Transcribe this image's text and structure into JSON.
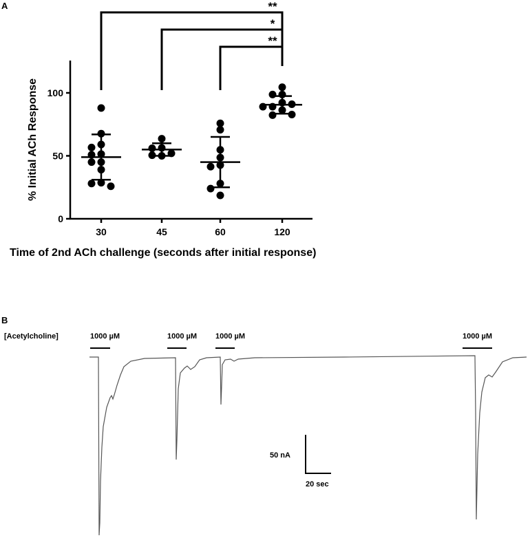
{
  "chart_data": [
    {
      "type": "scatter",
      "panel_label": "A",
      "title": "",
      "xlabel": "Time of 2nd ACh challenge (seconds after initial response)",
      "ylabel": "% Initial ACh Response",
      "ylim": [
        0,
        125
      ],
      "yticks": [
        0,
        50,
        100
      ],
      "categories": [
        "30",
        "45",
        "60",
        "120"
      ],
      "series": [
        {
          "name": "30",
          "values": [
            88,
            67.6,
            59,
            56.6,
            51.4,
            50.8,
            45,
            45,
            39,
            28.6,
            28,
            25.8
          ],
          "mean": 49,
          "sd_upper": 67,
          "sd_lower": 31
        },
        {
          "name": "45",
          "values": [
            63.6,
            56.3,
            56,
            52,
            50,
            50.5
          ],
          "mean": 55,
          "sd_upper": 60,
          "sd_lower": 50
        },
        {
          "name": "60",
          "values": [
            75.8,
            70.7,
            54.8,
            48.6,
            42.6,
            41.4,
            28,
            24,
            18.6
          ],
          "mean": 45,
          "sd_upper": 65,
          "sd_lower": 25
        },
        {
          "name": "120",
          "values": [
            104.5,
            98.7,
            98.7,
            92.2,
            89,
            91,
            89,
            86.3,
            82.3,
            82.8
          ],
          "mean": 90.6,
          "sd_upper": 97.5,
          "sd_lower": 83.5
        }
      ],
      "significance": [
        {
          "from": "30",
          "to": "120",
          "label": "**"
        },
        {
          "from": "45",
          "to": "120",
          "label": "*"
        },
        {
          "from": "60",
          "to": "120",
          "label": "**"
        }
      ],
      "grid": false
    },
    {
      "type": "line",
      "panel_label": "B",
      "condition_label": "[Acetylcholine]",
      "applications": [
        "1000 µM",
        "1000 µM",
        "1000 µM",
        "1000 µM"
      ],
      "scale_bar": {
        "current": "50 nA",
        "time": "20 sec"
      }
    }
  ]
}
